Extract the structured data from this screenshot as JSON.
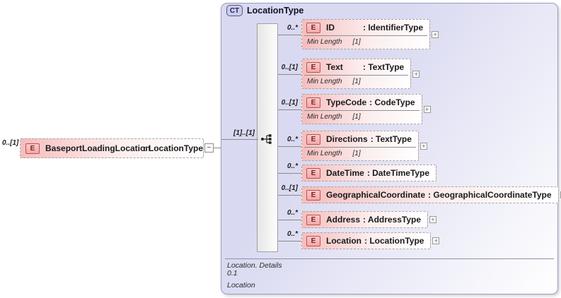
{
  "root_element": {
    "cardinality": "0..[1]",
    "icon": "E",
    "name": "BaseportLoadingLocation",
    "type_label": ": LocationType",
    "collapse_glyph": "−"
  },
  "panel": {
    "badge": "CT",
    "title": "LocationType",
    "compositor": {
      "kind": "sequence",
      "cardinality": "[1]..[1]"
    },
    "children": [
      {
        "cardinality": "0..*",
        "icon": "E",
        "name": "ID",
        "type_label": ": IdentifierType",
        "facet_name": "Min Length",
        "facet_value": "[1]",
        "expandable": true,
        "expand_glyph": "+"
      },
      {
        "cardinality": "0..[1]",
        "icon": "E",
        "name": "Text",
        "type_label": ": TextType",
        "facet_name": "Min Length",
        "facet_value": "[1]",
        "expandable": true,
        "expand_glyph": "+"
      },
      {
        "cardinality": "0..[1]",
        "icon": "E",
        "name": "TypeCode",
        "type_label": ": CodeType",
        "facet_name": "Min Length",
        "facet_value": "[1]",
        "expandable": true,
        "expand_glyph": "+"
      },
      {
        "cardinality": "0..*",
        "icon": "E",
        "name": "Directions",
        "type_label": ": TextType",
        "facet_name": "Min Length",
        "facet_value": "[1]",
        "expandable": true,
        "expand_glyph": "+"
      },
      {
        "cardinality": "0..*",
        "icon": "E",
        "name": "DateTime",
        "type_label": ": DateTimeType",
        "facet_name": null,
        "facet_value": null,
        "expandable": false,
        "expand_glyph": null
      },
      {
        "cardinality": "0..[1]",
        "icon": "E",
        "name": "GeographicalCoordinate",
        "type_label": ": GeographicalCoordinateType",
        "facet_name": null,
        "facet_value": null,
        "expandable": true,
        "expand_glyph": "+"
      },
      {
        "cardinality": "0..*",
        "icon": "E",
        "name": "Address",
        "type_label": ": AddressType",
        "facet_name": null,
        "facet_value": null,
        "expandable": true,
        "expand_glyph": "+"
      },
      {
        "cardinality": "0..*",
        "icon": "E",
        "name": "Location",
        "type_label": ": LocationType",
        "facet_name": null,
        "facet_value": null,
        "expandable": true,
        "expand_glyph": "+"
      }
    ],
    "footer": {
      "line1": "Location. Details",
      "line2": "0.1",
      "line3": "Location"
    }
  },
  "colors": {
    "element_fill": "#f6bdbd",
    "icon_fill": "#f2a9a9",
    "icon_border": "#c0504d",
    "icon_text": "#7a1f1f",
    "panel_fill": "#d9d9f1",
    "panel_border": "#9c9cc0",
    "badge_fill": "#ccccec",
    "badge_text": "#23235c",
    "connector": "#8a8a8a"
  }
}
